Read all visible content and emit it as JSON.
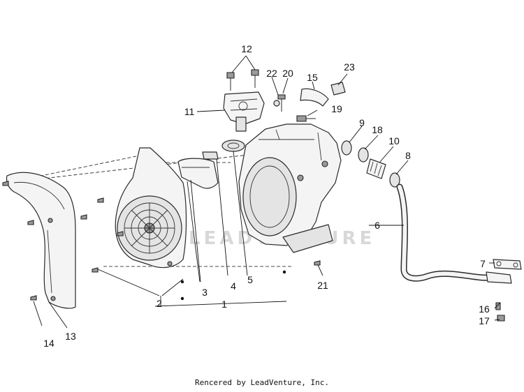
{
  "callouts": [
    "1",
    "2",
    "3",
    "4",
    "5",
    "6",
    "7",
    "8",
    "9",
    "10",
    "11",
    "12",
    "13",
    "14",
    "15",
    "16",
    "17",
    "18",
    "19",
    "20",
    "21",
    "22",
    "23"
  ],
  "watermark": "LEADVENTURE",
  "credit": "Rencered by LeadVenture, Inc."
}
